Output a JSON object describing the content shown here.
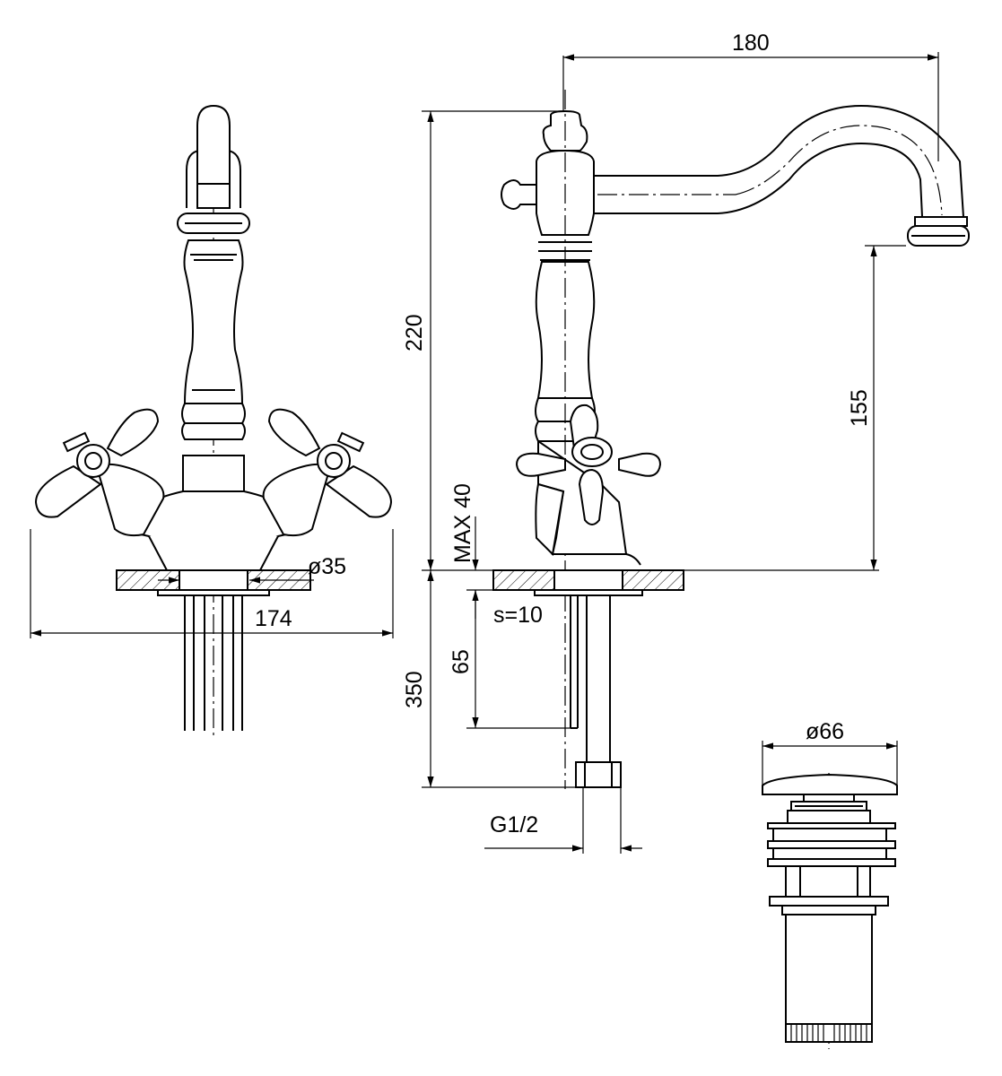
{
  "views": {
    "front": {
      "dims": {
        "hole_diameter": "ø35",
        "width": "174"
      }
    },
    "side": {
      "dims": {
        "spout_reach": "180",
        "overall_height": "220",
        "outlet_height": "155",
        "max_deck": "MAX 40",
        "deck_thickness": "s=10",
        "tail_length": "65",
        "hose_length": "350",
        "connection_thread": "G1/2"
      }
    },
    "drain": {
      "dims": {
        "cap_diameter": "ø66"
      }
    }
  }
}
